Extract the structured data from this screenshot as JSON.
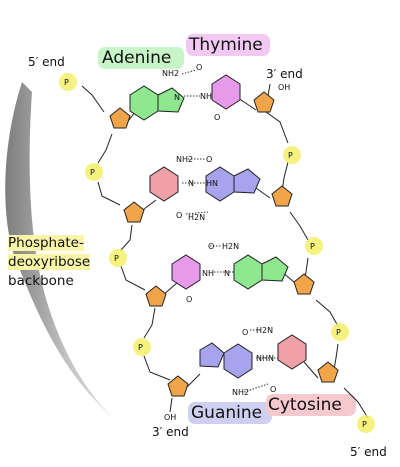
{
  "labels": {
    "adenine": "Adenine",
    "thymine": "Thymine",
    "guanine": "Guanine",
    "cytosine": "Cytosine",
    "end_5_top": "5′ end",
    "end_3_top": "3′ end",
    "end_3_bottom": "3′ end",
    "end_5_bottom": "5′ end",
    "backbone_line1": "Phosphate-",
    "backbone_line2": "deoxyribose",
    "backbone_line3": "backbone"
  },
  "atom_labels": {
    "nh2": "NH2",
    "h2n": "H2N",
    "nh": "NH",
    "hn": "HN",
    "n": "N",
    "o": "O",
    "oh": "OH",
    "p": "P"
  },
  "colors": {
    "adenine": "#8fe88f",
    "thymine": "#e79ae9",
    "guanine": "#a7a3ec",
    "cytosine": "#f2a0a8",
    "sugar": "#f0a54a",
    "phosphate": "#f3f06a",
    "backbone_bracket": "#9a9a9a",
    "adenine_highlight": "#c8f5c8",
    "thymine_highlight": "#f2c9f3",
    "guanine_highlight": "#cfcff2",
    "cytosine_highlight": "#f6c9cf",
    "backbone_highlight": "#f8f5a8"
  }
}
